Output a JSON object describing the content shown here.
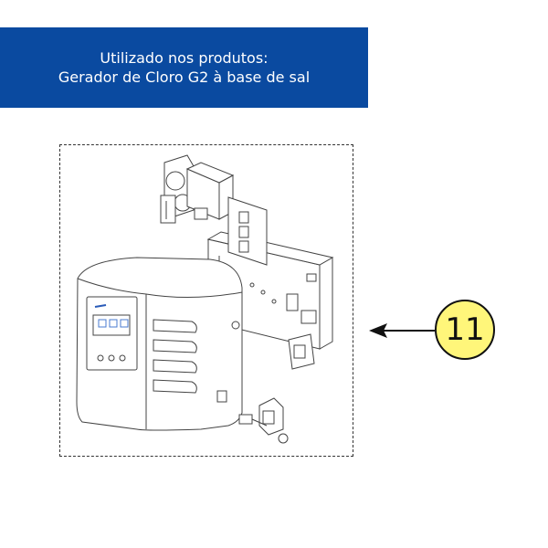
{
  "banner": {
    "line1": "Utilizado nos produtos:",
    "line2": "Gerador de Cloro G2 à base de sal",
    "background": "#0a4aa0",
    "text_color": "#ffffff"
  },
  "callout": {
    "number": "11",
    "fill": "#fff67a"
  },
  "diagram": {
    "parts": [
      "control-box",
      "circuit-board-panel",
      "transformer",
      "relay",
      "connector",
      "screw-fitting"
    ],
    "arrow": "arrow-left"
  }
}
